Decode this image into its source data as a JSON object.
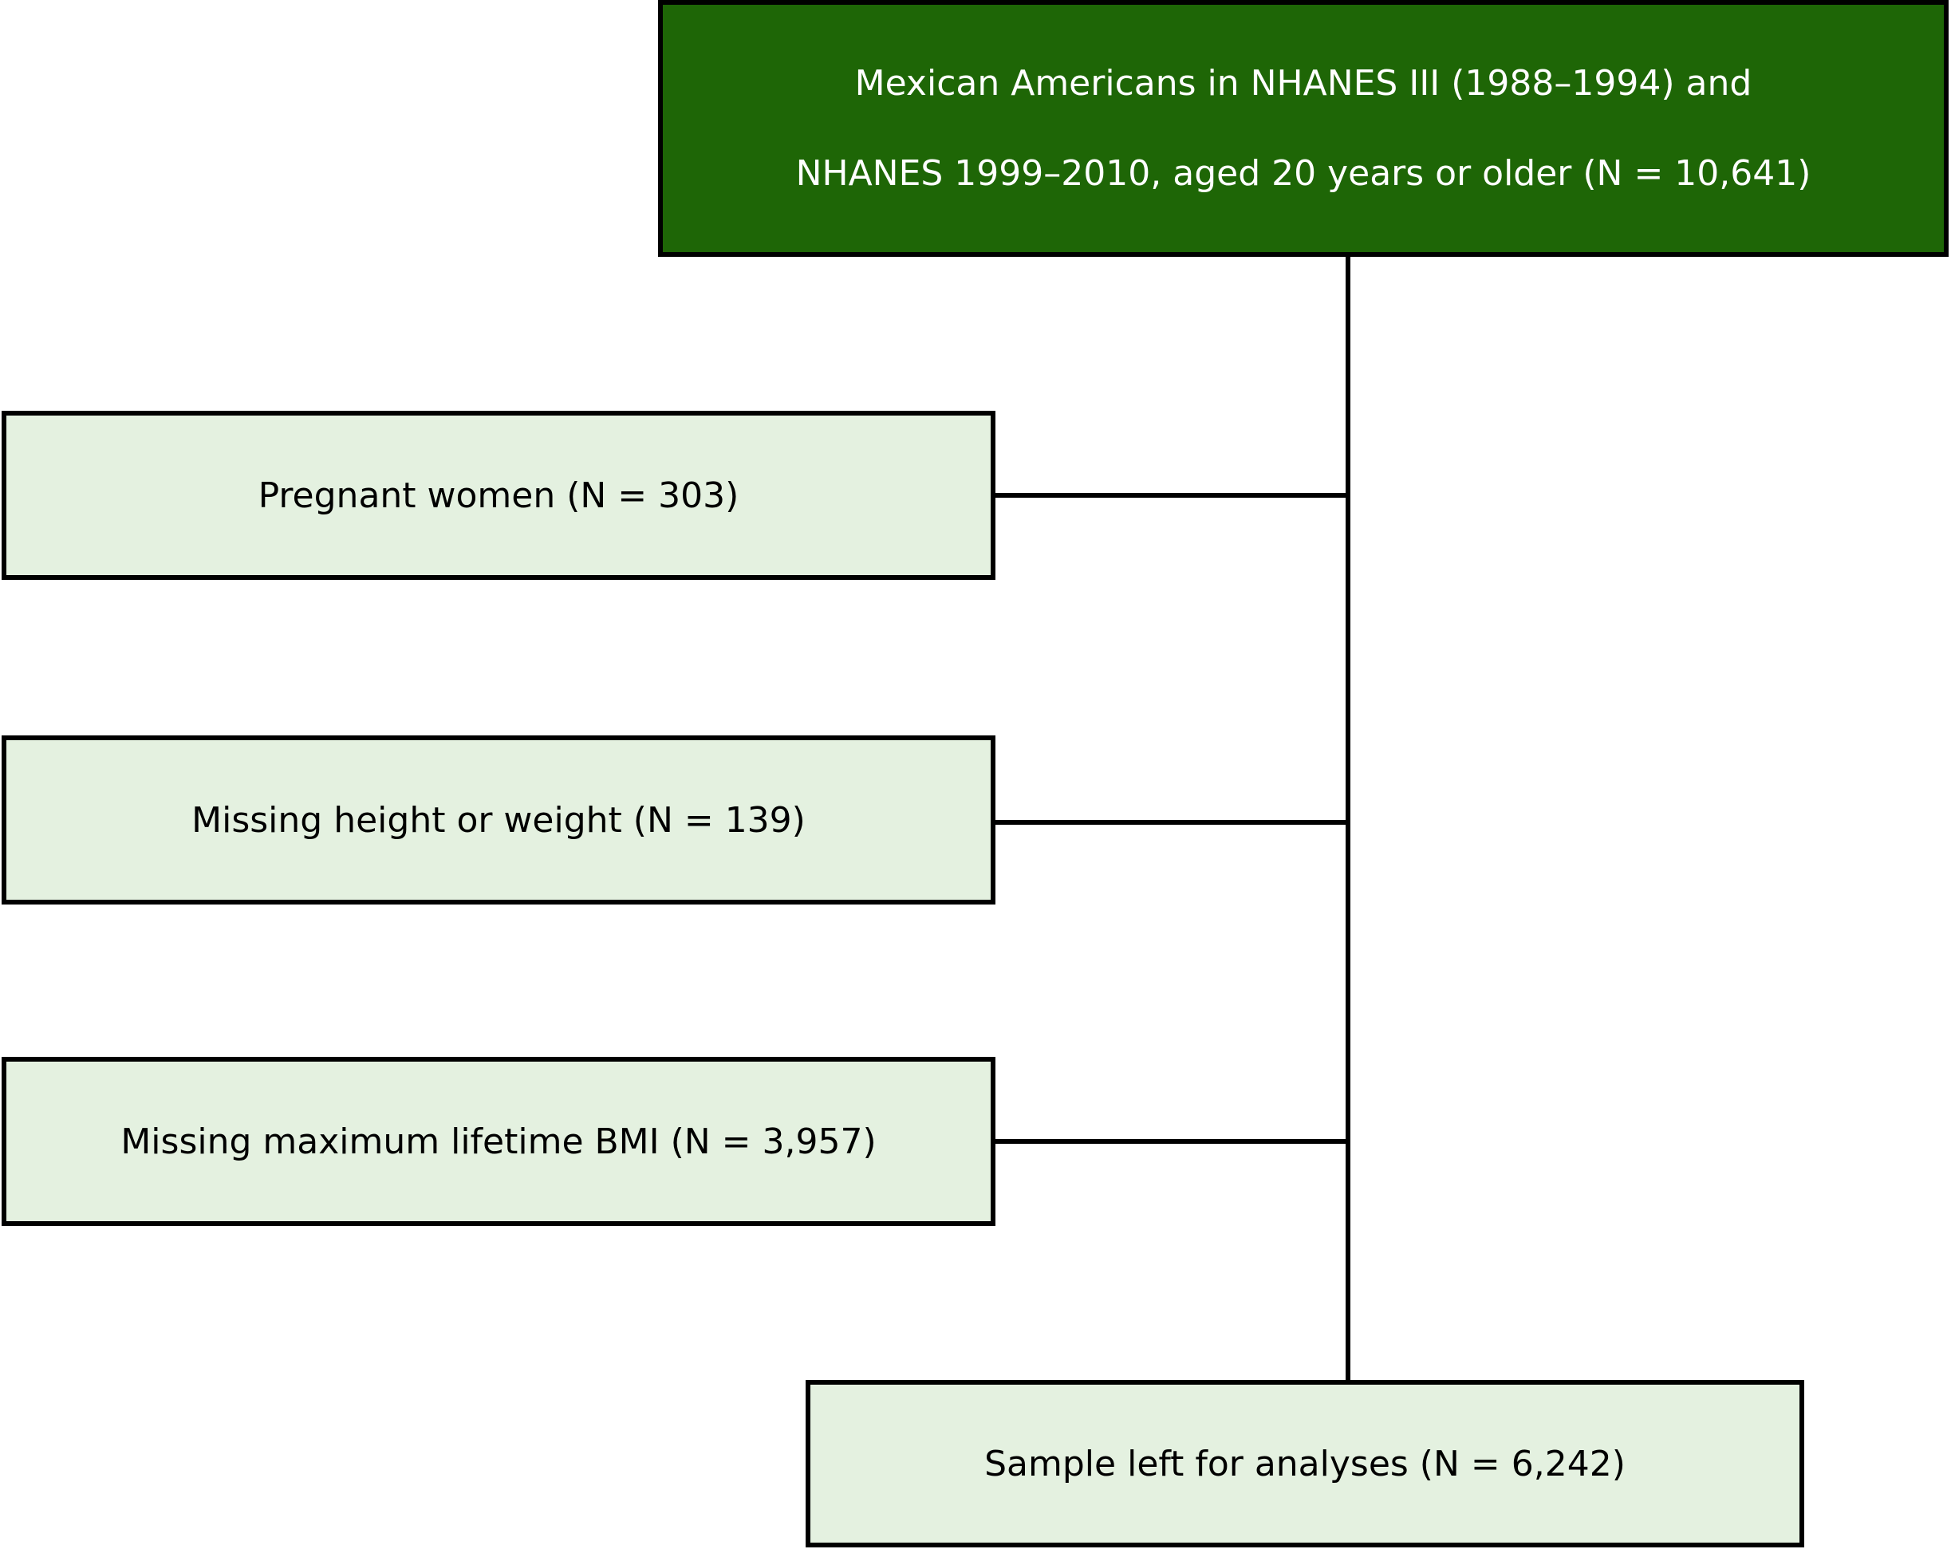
{
  "flow": {
    "population_box": {
      "line1": "Mexican Americans in NHANES III (1988–1994) and",
      "line2": "NHANES 1999–2010, aged 20 years or older (N = 10,641)"
    },
    "exclusions": [
      {
        "label": "Pregnant women (N = 303)"
      },
      {
        "label": "Missing height or weight (N = 139)"
      },
      {
        "label": "Missing maximum lifetime BMI (N = 3,957)"
      }
    ],
    "final_box": {
      "label": "Sample left for analyses (N = 6,242)"
    },
    "colors": {
      "population_box_bg": "#1E6606",
      "population_box_text": "#FFFFFF",
      "exclusion_box_bg": "#E4F1E0",
      "box_border": "#000000",
      "connector_line": "#000000",
      "box_text": "#000000",
      "background": "#FFFFFF"
    }
  }
}
